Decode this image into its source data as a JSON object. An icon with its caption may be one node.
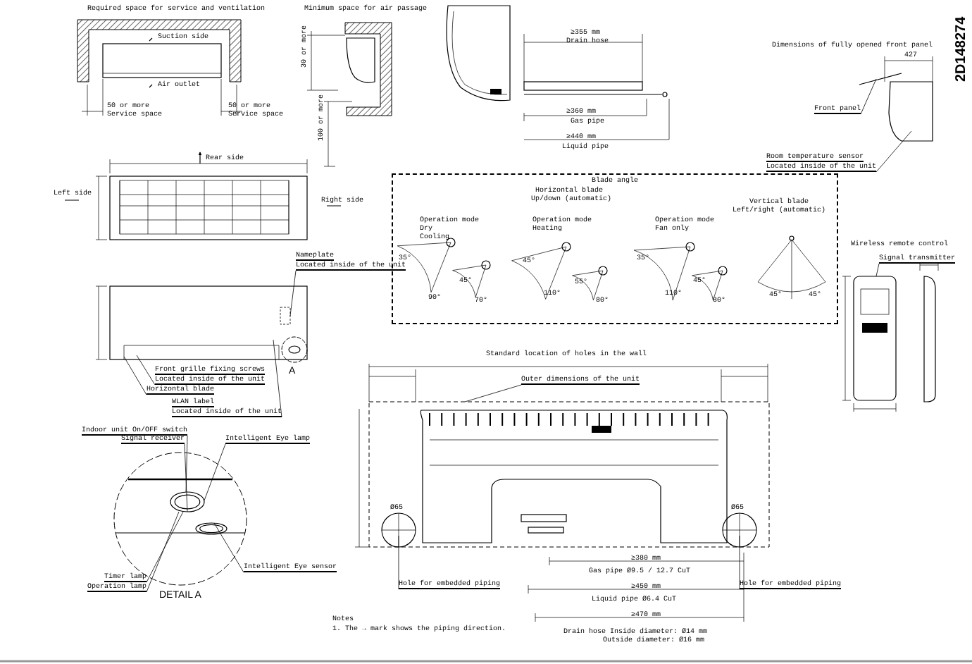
{
  "diagram": {
    "nodes": [
      {
        "text": [
          "Blade angle"
        ]
      },
      {
        "text": [
          "Nameplate",
          "Located inside of the unit"
        ]
      },
      {
        "text": [
          "Front grille fixing screws",
          "Located inside of the unit"
        ]
      },
      {
        "text": [
          "Horizontal blade"
        ]
      },
      {
        "text": [
          "WLAN label",
          "Located inside of the unit"
        ]
      },
      {
        "text": [
          "Front panel"
        ]
      },
      {
        "text": [
          "Room temperature sensor",
          "Located inside of the unit"
        ]
      },
      {
        "text": [
          "Signal transmitter"
        ]
      },
      {
        "text": [
          "Outer dimensions of the unit"
        ]
      },
      {
        "text": [
          "Hole for embedded piping"
        ]
      },
      {
        "text": [
          "Hole for embedded piping"
        ]
      },
      {
        "text": [
          "Indoor unit On/OFF switch"
        ]
      },
      {
        "text": [
          "Signal receiver"
        ]
      },
      {
        "text": [
          "Intelligent Eye lamp"
        ]
      },
      {
        "text": [
          "Intelligent Eye sensor"
        ]
      },
      {
        "text": [
          "Timer lamp"
        ]
      },
      {
        "text": [
          "Operation lamp"
        ]
      },
      {
        "text": [],
        "shape": "picture"
      },
      {
        "text": [],
        "shape": "box",
        "in": 17
      },
      {
        "text": [],
        "shape": "picture"
      },
      {
        "text": [],
        "shape": "ellipse"
      },
      {
        "text": [],
        "shape": "ellipse"
      }
    ],
    "edges": [
      {
        "from": 1,
        "to": 18,
        "arrow": "none"
      },
      {
        "from": 2,
        "to": 17,
        "arrow": "none"
      },
      {
        "from": 3,
        "to": 17,
        "arrow": "none"
      },
      {
        "from": 4,
        "to": 17,
        "arrow": "none"
      },
      {
        "from": 5,
        "to": 19,
        "arrow": "none"
      },
      {
        "from": 6,
        "to": 19,
        "arrow": "none"
      },
      {
        "from": 7,
        "to": null,
        "arrow": "none"
      },
      {
        "from": 8,
        "to": null,
        "arrow": "none"
      },
      {
        "from": 9,
        "to": null,
        "arrow": "none"
      },
      {
        "from": 10,
        "to": null,
        "arrow": "none"
      },
      {
        "from": 11,
        "to": 20,
        "arrow": "none"
      },
      {
        "from": 12,
        "to": 20,
        "arrow": "none"
      },
      {
        "from": 13,
        "to": 20,
        "arrow": "none"
      },
      {
        "from": 14,
        "to": 21,
        "arrow": "none"
      },
      {
        "from": 15,
        "to": 20,
        "arrow": "none"
      },
      {
        "from": 16,
        "to": 20,
        "arrow": "none"
      }
    ],
    "labels": [
      "Required space for service and ventilation",
      "Suction side",
      "Air outlet",
      "50 or more",
      "Service space",
      "50 or more",
      "Service space",
      "Minimum space for air passage",
      "30 or more",
      "100 or more",
      "≥355 mm",
      "Drain hose",
      "≥360 mm",
      "Gas pipe",
      "≥440 mm",
      "Liquid pipe",
      "Dimensions of fully opened front panel",
      "427",
      "2D148274",
      "Rear side",
      "Left side",
      "Right side",
      "A",
      "Horizontal blade",
      "Up/down (automatic)",
      "Operation mode",
      "Dry",
      "Cooling",
      "Operation mode",
      "Heating",
      "Operation mode",
      "Fan only",
      "Vertical blade",
      "Left/right (automatic)",
      "35°",
      "90°",
      "45°",
      "70°",
      "45°",
      "110°",
      "55°",
      "80°",
      "35°",
      "110°",
      "45°",
      "80°",
      "45°",
      "45°",
      "Wireless remote control",
      "Standard location of holes in the wall",
      "Ø65",
      "Ø65",
      "≥380 mm",
      "Gas pipe Ø9.5 / 12.7 CuT",
      "≥450 mm",
      "Liquid pipe Ø6.4 CuT",
      "≥470 mm",
      "Drain hose Inside diameter: Ø14 mm",
      "Outside diameter: Ø16 mm",
      "DETAIL A",
      "Notes",
      "1. The → mark shows the piping direction."
    ]
  }
}
